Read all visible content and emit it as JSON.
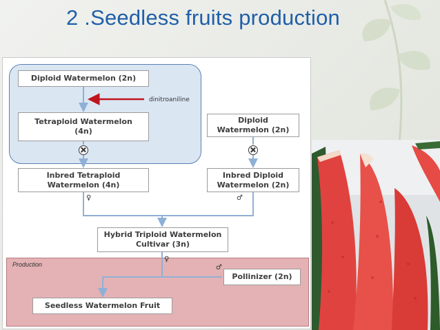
{
  "slide": {
    "title": "2 .Seedless fruits production"
  },
  "diagram": {
    "production_label": "Production",
    "boxes": {
      "diploid_top": "Diploid Watermelon (2n)",
      "tetraploid": "Tetraploid Watermelon (4n)",
      "diploid_right": "Diploid Watermelon (2n)",
      "inbred_tetraploid": "Inbred Tetraploid Watermelon (4n)",
      "inbred_diploid": "Inbred Diploid Watermelon (2n)",
      "hybrid_triploid": "Hybrid Triploid Watermelon  Cultivar (3n)",
      "pollinizer": "Pollinizer (2n)",
      "seedless_fruit": "Seedless Watermelon Fruit"
    },
    "treatment_label": "dinitroaniline",
    "symbols": {
      "female": "♀",
      "male": "♂"
    },
    "colors": {
      "treatment_arrow": "#c0141c",
      "flow_arrow": "#8fb0d6",
      "blue_region": "#dbe6f3",
      "production_region": "#e4b2b4"
    }
  }
}
